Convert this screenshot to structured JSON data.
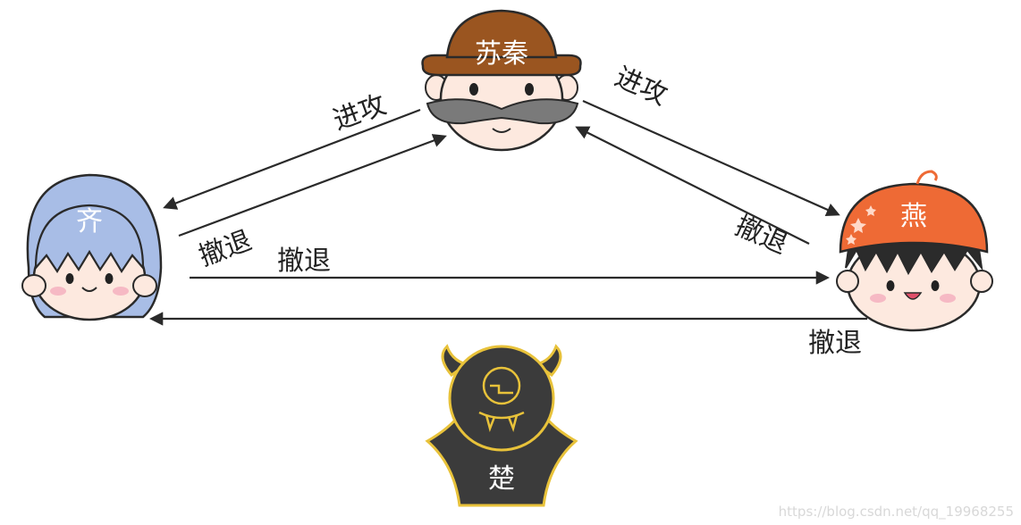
{
  "characters": {
    "suqin": {
      "name": "苏秦"
    },
    "qi": {
      "name": "齐"
    },
    "yan": {
      "name": "燕"
    },
    "chu": {
      "name": "楚"
    }
  },
  "arrows": {
    "suqin_to_qi": "进攻",
    "qi_to_suqin": "撤退",
    "suqin_to_yan": "进攻",
    "yan_to_suqin": "撤退",
    "qi_to_yan": "撤退",
    "yan_to_qi": "撤退"
  },
  "watermark": "https://blog.csdn.net/qq_19968255",
  "colors": {
    "qi_hair": "#a8bde6",
    "yan_hat": "#ee6a35",
    "suqin_hat": "#9a5520",
    "chu_body": "#3b3b3b",
    "chu_outline": "#e8c23a",
    "skin": "#fde9df",
    "line": "#2a2a2a"
  }
}
